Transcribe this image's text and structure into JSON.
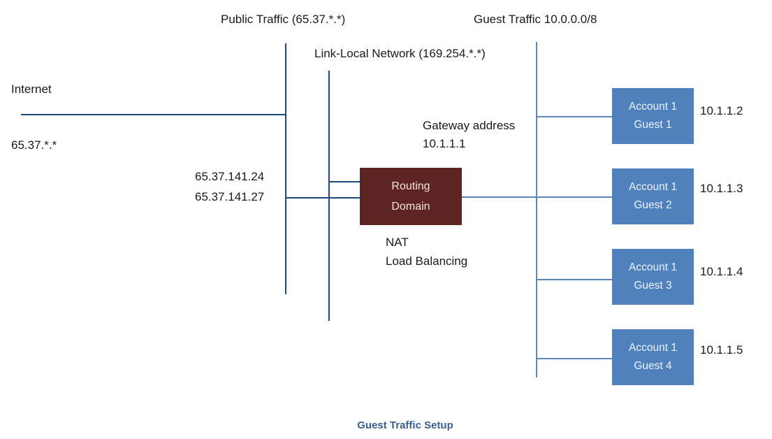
{
  "diagram": {
    "caption": "Guest Traffic Setup",
    "labels": {
      "public_traffic": "Public Traffic (65.37.*.*)",
      "guest_traffic": "Guest Traffic 10.0.0.0/8",
      "link_local": "Link-Local Network (169.254.*.*)",
      "internet": "Internet",
      "public_range": "65.37.*.*",
      "public_ip_1": "65.37.141.24",
      "public_ip_2": "65.37.141.27",
      "gateway_label": "Gateway address",
      "gateway_ip": "10.1.1.1",
      "nat": "NAT",
      "load_balancing": "Load Balancing"
    },
    "routing_domain": {
      "line1": "Routing",
      "line2": "Domain"
    },
    "guests": [
      {
        "account": "Account 1",
        "guest": "Guest 1",
        "ip": "10.1.1.2"
      },
      {
        "account": "Account 1",
        "guest": "Guest 2",
        "ip": "10.1.1.3"
      },
      {
        "account": "Account 1",
        "guest": "Guest 3",
        "ip": "10.1.1.4"
      },
      {
        "account": "Account 1",
        "guest": "Guest 4",
        "ip": "10.1.1.5"
      }
    ],
    "colors": {
      "public_side_line": "#1f497d",
      "guest_side_line": "#5b87bd",
      "guest_node_fill": "#4f81bd",
      "routing_node_fill": "#5e2423",
      "caption_text": "#376092"
    }
  }
}
